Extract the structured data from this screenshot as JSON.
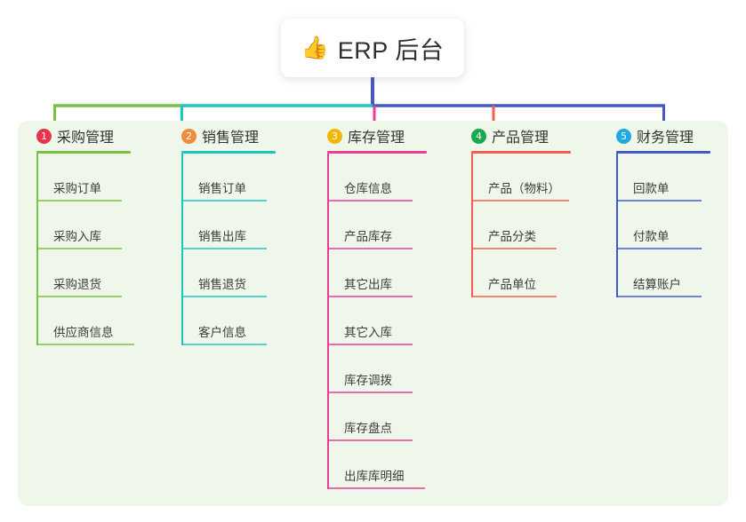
{
  "header": {
    "emoji": "👍",
    "emoji_name": "thumbs-up-icon",
    "title": "ERP 后台"
  },
  "theme": {
    "panel_background": "#eef7e9",
    "page_background": "#ffffff",
    "title_card_background": "#ffffff",
    "root_connector": "#4458C7"
  },
  "columns": [
    {
      "badge": "1",
      "badge_color": "#E8334A",
      "line_color": "#7AC143",
      "title": "采购管理",
      "items": [
        "采购订单",
        "采购入库",
        "采购退货",
        "供应商信息"
      ]
    },
    {
      "badge": "2",
      "badge_color": "#F08A3C",
      "line_color": "#1CC6C0",
      "title": "销售管理",
      "items": [
        "销售订单",
        "销售出库",
        "销售退货",
        "客户信息"
      ]
    },
    {
      "badge": "3",
      "badge_color": "#F2B705",
      "line_color": "#EC3E96",
      "title": "库存管理",
      "items": [
        "仓库信息",
        "产品库存",
        "其它出库",
        "其它入库",
        "库存调拨",
        "库存盘点",
        "出库库明细"
      ]
    },
    {
      "badge": "4",
      "badge_color": "#19A84B",
      "line_color": "#F75C52",
      "title": "产品管理",
      "items": [
        "产品（物料）",
        "产品分类",
        "产品单位"
      ]
    },
    {
      "badge": "5",
      "badge_color": "#1FA9E0",
      "line_color": "#4458C7",
      "title": "财务管理",
      "items": [
        "回款单",
        "付款单",
        "结算账户"
      ]
    }
  ]
}
